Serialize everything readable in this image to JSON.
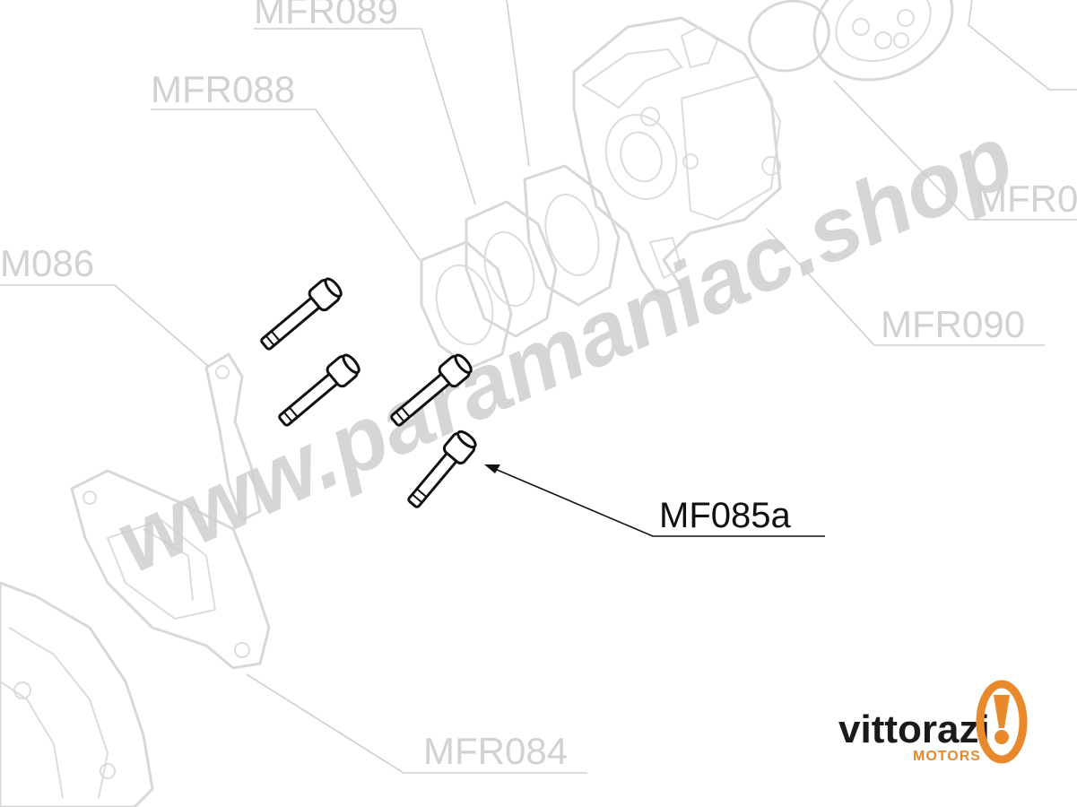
{
  "labels": {
    "mfr089": "MFR089",
    "mfr088": "MFR088",
    "m086": "M086",
    "mfr0_partial": "MFR0",
    "mfr090": "MFR090",
    "mfr084": "MFR084",
    "mf085a": "MF085a"
  },
  "watermark": "www.paramaniac.shop",
  "brand": {
    "name": "vittorazi",
    "subtitle": "MOTORS",
    "accent_color": "#e8892b"
  },
  "colors": {
    "ghost": "#d2d2d2",
    "ink": "#111111"
  }
}
